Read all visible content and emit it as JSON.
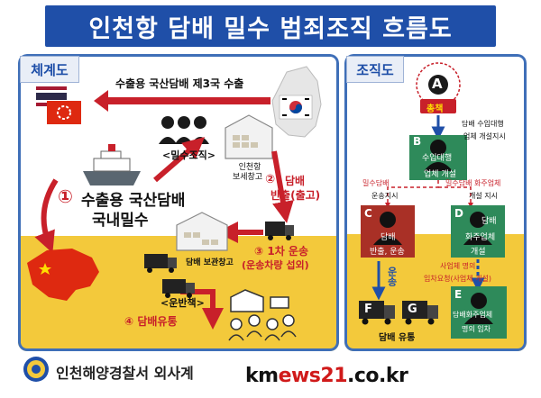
{
  "title": "인천항 담배 밀수 범죄조직 흐름도",
  "left_tab": "체계도",
  "right_tab": "조직도",
  "flow": {
    "export_label": "수출용 국산담배 제3국 수출",
    "step1_num": "①",
    "step1_line1": "수출용 국산담배",
    "step1_line2": "국내밀수",
    "smuggling_org": "<밀수조직>",
    "bonded_wh_line1": "인천항",
    "bonded_wh_line2": "보세창고",
    "step2_num": "②",
    "step2_line1": "담배",
    "step2_line2": "반출(출고)",
    "step3_line1": "③ 1차 운송",
    "step3_line2": "(운송차량 섭외)",
    "storage_wh": "담배 보관창고",
    "carrier": "<운반책>",
    "step4": "④ 담배유통"
  },
  "org": {
    "a_letter": "A",
    "a_role": "총책",
    "a_to_b_line1": "담배 수입대행",
    "a_to_b_line2": "업체 개설지시",
    "b_letter": "B",
    "b_line1": "수입대행",
    "b_line2": "업체 개설",
    "b_to_c": "밀수담배",
    "b_to_c2": "운송지시",
    "b_to_d": "밀수담배 화주업체",
    "b_to_d2": "개설 지시",
    "c_letter": "C",
    "c_line1": "담배",
    "c_line2": "반출, 운송",
    "d_letter": "D",
    "d_line1": "담배",
    "d_line2": "화주업체",
    "d_line3": "개설",
    "c_down": "운송",
    "d_to_e_line1": "사업체 명의",
    "d_to_e_line2": "임차요청(사업체 개설)",
    "e_letter": "E",
    "e_line1": "담배화주업체",
    "e_line2": "명의 임차",
    "truck_f": "F",
    "truck_g": "G",
    "distribution": "담배 유통"
  },
  "footer": "인천해양경찰서 외사계",
  "watermark_a": "km",
  "watermark_b": "ews21",
  "watermark_c": ".co.kr"
}
